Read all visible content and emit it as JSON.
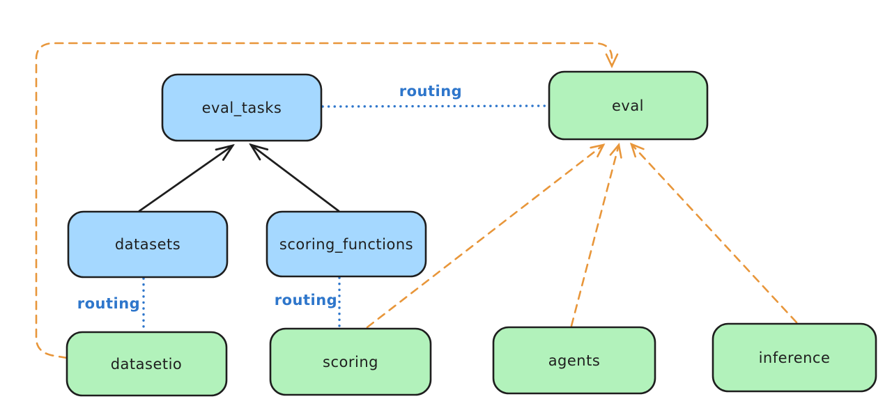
{
  "diagram": {
    "background": "#ffffff",
    "colors": {
      "resource_box_fill": "#a5d8ff",
      "api_box_fill": "#b2f2bb",
      "box_stroke": "#1e1e1e",
      "routing_blue": "#2e76cb",
      "dashed_orange": "#e8963a",
      "solid_arrow_black": "#1e1e1e"
    },
    "nodes": [
      {
        "id": "eval_tasks",
        "label": "eval_tasks",
        "color": "blue"
      },
      {
        "id": "eval",
        "label": "eval",
        "color": "green"
      },
      {
        "id": "datasets",
        "label": "datasets",
        "color": "blue"
      },
      {
        "id": "scoring_functions",
        "label": "scoring_functions",
        "color": "blue"
      },
      {
        "id": "datasetio",
        "label": "datasetio",
        "color": "green"
      },
      {
        "id": "scoring",
        "label": "scoring",
        "color": "green"
      },
      {
        "id": "agents",
        "label": "agents",
        "color": "green"
      },
      {
        "id": "inference",
        "label": "inference",
        "color": "green"
      }
    ],
    "edges": [
      {
        "from": "datasets",
        "to": "eval_tasks",
        "style": "solid-arrow",
        "label": ""
      },
      {
        "from": "scoring_functions",
        "to": "eval_tasks",
        "style": "solid-arrow",
        "label": ""
      },
      {
        "from": "eval_tasks",
        "to": "eval",
        "style": "dotted",
        "label": "routing"
      },
      {
        "from": "datasets",
        "to": "datasetio",
        "style": "dotted",
        "label": "routing"
      },
      {
        "from": "scoring_functions",
        "to": "scoring",
        "style": "dotted",
        "label": "routing"
      },
      {
        "from": "datasetio",
        "to": "eval",
        "style": "dashed-arrow",
        "label": ""
      },
      {
        "from": "scoring",
        "to": "eval",
        "style": "dashed-arrow",
        "label": ""
      },
      {
        "from": "agents",
        "to": "eval",
        "style": "dashed-arrow",
        "label": ""
      },
      {
        "from": "inference",
        "to": "eval",
        "style": "dashed-arrow",
        "label": ""
      }
    ]
  }
}
